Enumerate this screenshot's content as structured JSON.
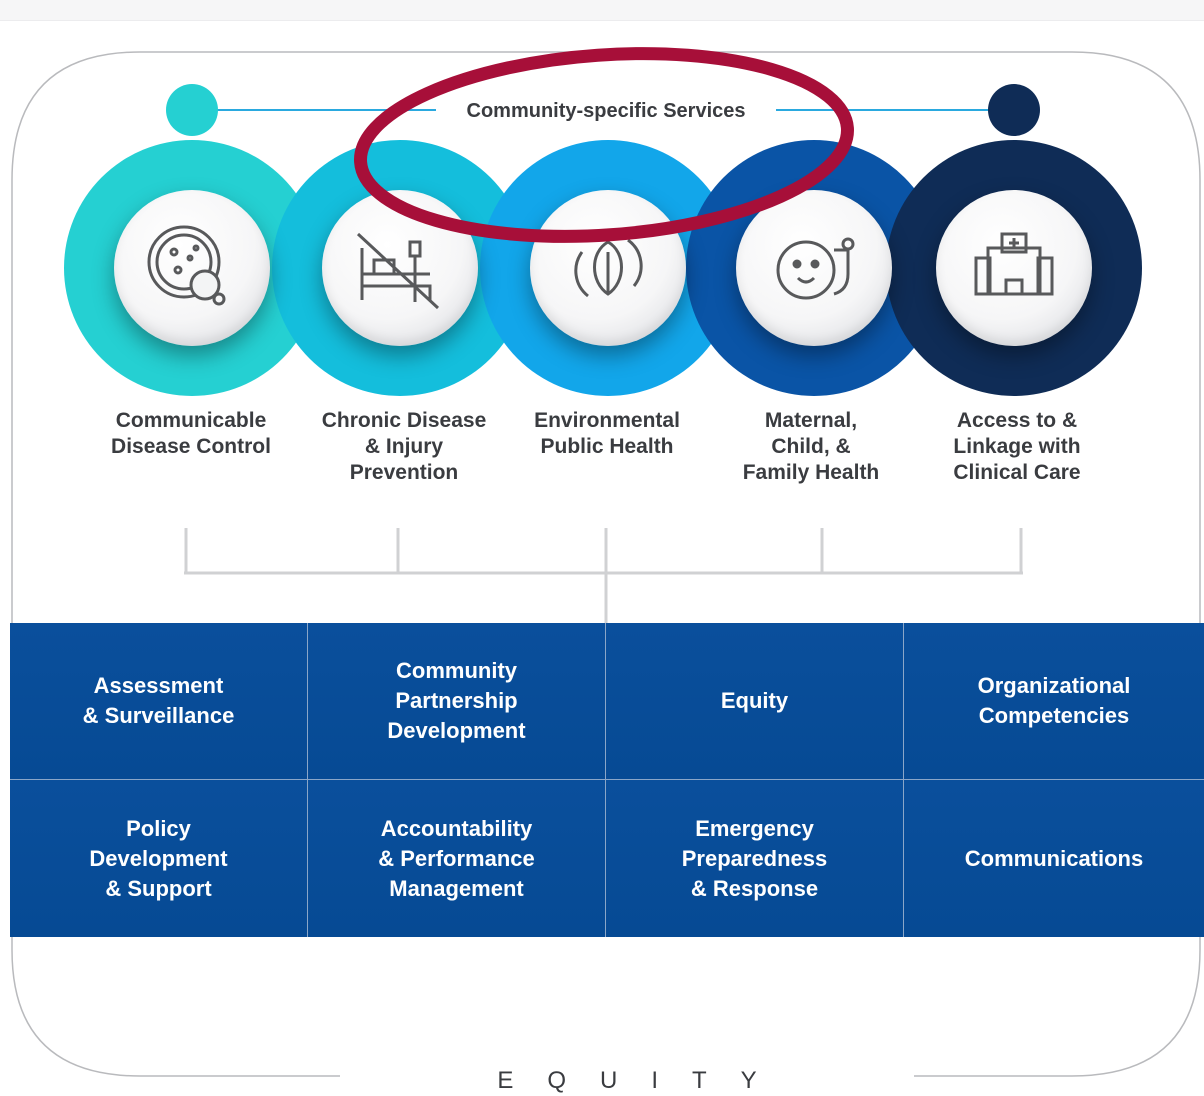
{
  "header": {
    "title": "Community-specific Services"
  },
  "services": [
    {
      "label": "Communicable\nDisease Control",
      "icon": "petri-dish-icon",
      "color": "#25d0d2"
    },
    {
      "label": "Chronic Disease\n& Injury\nPrevention",
      "icon": "no-hospital-bed-icon",
      "color": "#14bedc"
    },
    {
      "label": "Environmental\nPublic Health",
      "icon": "leaf-cycle-icon",
      "color": "#12a6ea"
    },
    {
      "label": "Maternal,\nChild, &\nFamily Health",
      "icon": "baby-stethoscope-icon",
      "color": "#0a54a6"
    },
    {
      "label": "Access to &\nLinkage with\nClinical Care",
      "icon": "hospital-building-icon",
      "color": "#0f2c56"
    }
  ],
  "foundational": [
    "Assessment\n& Surveillance",
    "Community\nPartnership\nDevelopment",
    "Equity",
    "Organizational\nCompetencies",
    "Policy\nDevelopment\n& Support",
    "Accountability\n& Performance\nManagement",
    "Emergency\nPreparedness\n& Response",
    "Communications"
  ],
  "frame_label": "EQUITY",
  "colors": {
    "annotation": "#a70f39",
    "grid_blue": "#064a94",
    "text_dark": "#3a3c40",
    "connector_gray": "#d0d1d3",
    "header_line": "#2aa9df"
  }
}
